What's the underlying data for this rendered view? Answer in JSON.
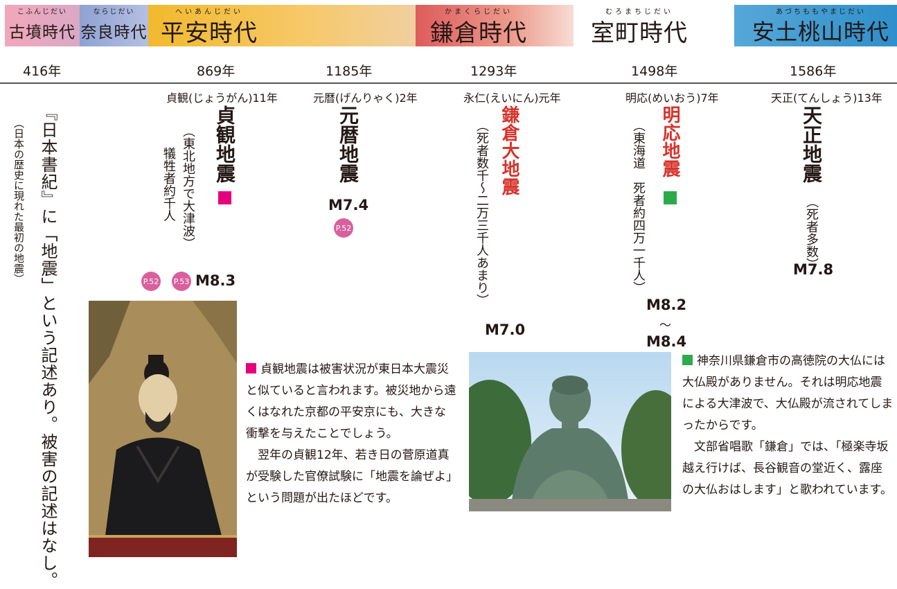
{
  "colors": {
    "magenta": "#e6007e",
    "green": "#2eaa4a",
    "red_text": "#d7332b",
    "badge": "#d9609e"
  },
  "eras": [
    {
      "name": "古墳時代",
      "ruby": "こふんじだい"
    },
    {
      "name": "奈良時代",
      "ruby": "ならじだい"
    },
    {
      "name": "平安時代",
      "ruby": "へいあんじだい"
    },
    {
      "name": "鎌倉時代",
      "ruby": "かまくらじだい"
    },
    {
      "name": "室町時代",
      "ruby": "むろまちじだい"
    },
    {
      "name": "安土桃山時代",
      "ruby": "あづちももやまじだい"
    }
  ],
  "years": [
    "416年",
    "869年",
    "1185年",
    "1293年",
    "1498年",
    "1586年"
  ],
  "nihonshoki": {
    "main": "『日本書紀』に「地震」という記述あり。被害の記述はなし。",
    "sub": "（日本の歴史に現れた最初の地震）"
  },
  "quakes": [
    {
      "date": "貞観(じょうがん)11年",
      "name": "貞観地震",
      "detail": "（東北地方で大津波）",
      "victims": "犠牲者約千人",
      "magnitude": "M8.3",
      "pages": [
        "P.52",
        "P.53"
      ]
    },
    {
      "date": "元暦(げんりゃく)2年",
      "name": "元暦地震",
      "magnitude": "M7.4",
      "pages": [
        "P.52"
      ]
    },
    {
      "date": "永仁(えいにん)元年",
      "name": "鎌倉大地震",
      "detail": "（死者数千～二万三千人あまり）",
      "magnitude": "M7.0"
    },
    {
      "date": "明応(めいおう)7年",
      "name": "明応地震",
      "detail": "（東海道　死者約四万一千人）",
      "magnitude": "M8.2",
      "magnitude_range_mark": "～",
      "magnitude2": "M8.4"
    },
    {
      "date": "天正(てんしょう)13年",
      "name": "天正地震",
      "detail": "（死者多数）",
      "magnitude": "M7.8"
    }
  ],
  "jogan_note": [
    "貞観地震は被害状況が東日本大震災と似ていると言われます。被災地から遠くはなれた京都の平安京にも、大きな衝撃を与えたことでしょう。",
    "翌年の貞観12年、若き日の菅原道真が受験した官僚試験に「地震を論ぜよ」という問題が出たほどです。"
  ],
  "kamakura_note": [
    "神奈川県鎌倉市の高徳院の大仏には大仏殿がありません。それは明応地震による大津波で、大仏殿が流されてしまったからです。",
    "文部省唱歌「鎌倉」では、「極楽寺坂越え行けば、長谷観音の堂近く、露座の大仏おはします」と歌われています。"
  ],
  "images": [
    "portrait-of-sugawara-no-michizane",
    "kamakura-great-buddha"
  ]
}
